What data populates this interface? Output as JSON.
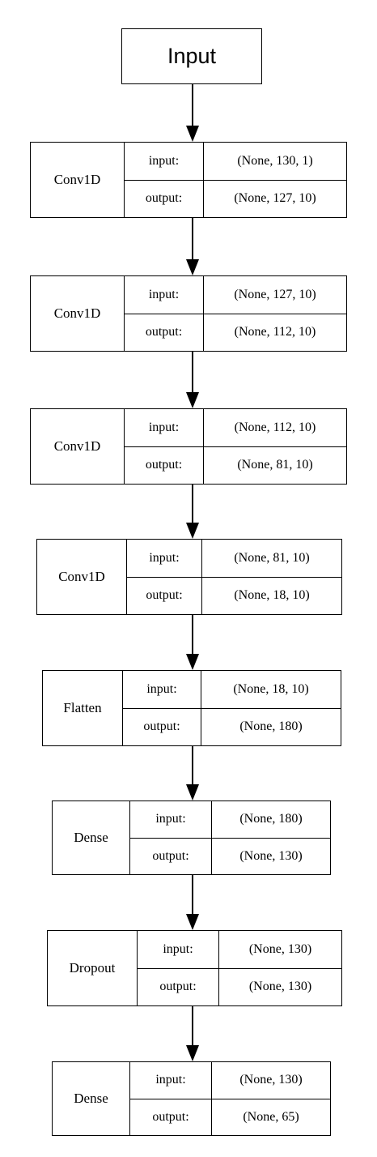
{
  "input_node": {
    "label": "Input"
  },
  "io_labels": {
    "input": "input:",
    "output": "output:"
  },
  "layers": [
    {
      "name": "Conv1D",
      "input": "(None, 130, 1)",
      "output": "(None, 127, 10)"
    },
    {
      "name": "Conv1D",
      "input": "(None, 127, 10)",
      "output": "(None, 112, 10)"
    },
    {
      "name": "Conv1D",
      "input": "(None, 112, 10)",
      "output": "(None, 81, 10)"
    },
    {
      "name": "Conv1D",
      "input": "(None, 81, 10)",
      "output": "(None, 18, 10)"
    },
    {
      "name": "Flatten",
      "input": "(None, 18, 10)",
      "output": "(None, 180)"
    },
    {
      "name": "Dense",
      "input": "(None, 180)",
      "output": "(None, 130)"
    },
    {
      "name": "Dropout",
      "input": "(None, 130)",
      "output": "(None, 130)"
    },
    {
      "name": "Dense",
      "input": "(None, 130)",
      "output": "(None, 65)"
    }
  ]
}
